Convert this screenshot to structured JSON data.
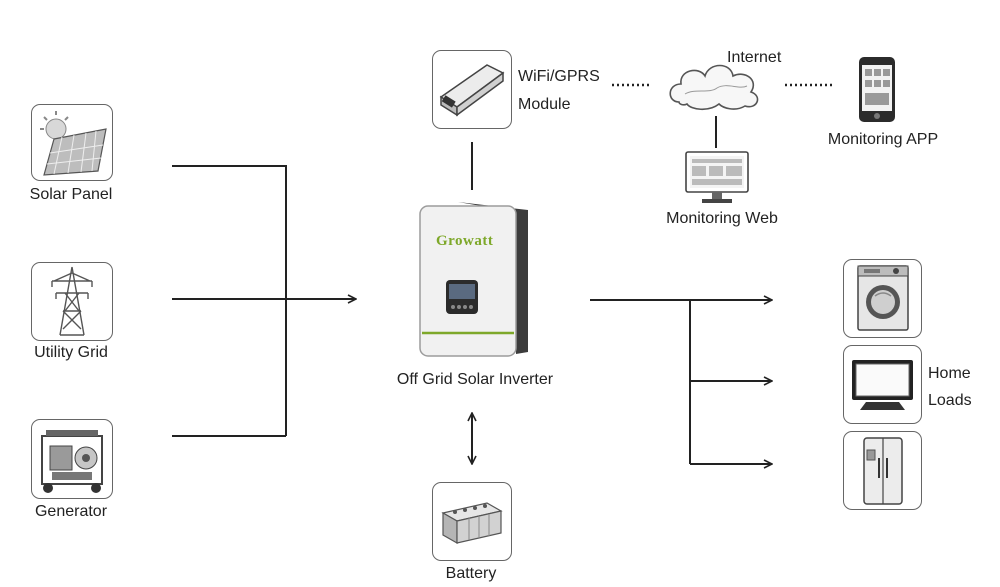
{
  "inputs": {
    "solar_panel": "Solar Panel",
    "utility_grid": "Utility Grid",
    "generator": "Generator"
  },
  "inverter": {
    "brand": "Growatt",
    "label": "Off Grid Solar Inverter"
  },
  "monitoring": {
    "wifi_line1": "WiFi/GPRS",
    "wifi_line2": "Module",
    "internet": "Internet",
    "web": "Monitoring Web",
    "app": "Monitoring APP"
  },
  "storage": {
    "battery": "Battery"
  },
  "outputs": {
    "home_line1": "Home",
    "home_line2": "Loads"
  },
  "icons": {
    "solar_panel": "solar-panel-icon",
    "utility_grid": "power-tower-icon",
    "generator": "generator-icon",
    "wifi_module": "wifi-module-icon",
    "internet": "cloud-icon",
    "monitoring_web": "monitor-icon",
    "monitoring_app": "smartphone-icon",
    "battery": "battery-icon",
    "washing_machine": "washing-machine-icon",
    "television": "television-icon",
    "refrigerator": "refrigerator-icon"
  },
  "colors": {
    "line": "#222222",
    "brand": "#7ea82a",
    "box_border": "#666666"
  }
}
